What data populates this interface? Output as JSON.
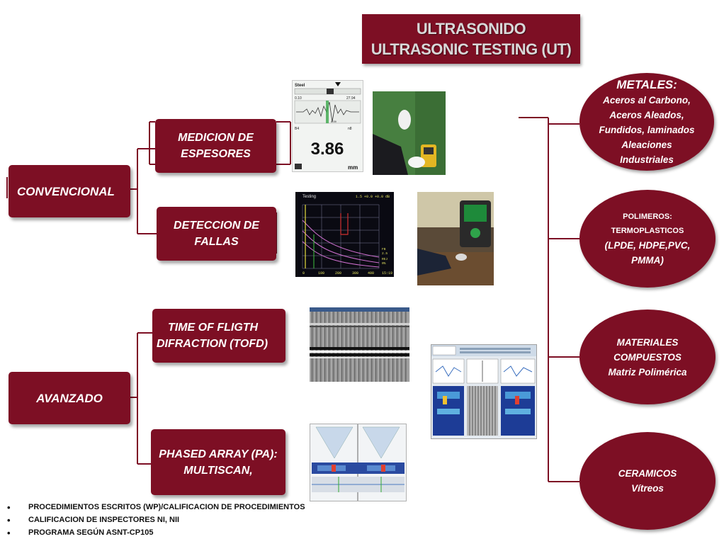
{
  "title": {
    "line1": "ULTRASONIDO",
    "line2": "ULTRASONIC TESTING (UT)"
  },
  "categories": {
    "convencional": "CONVENCIONAL",
    "avanzado": "AVANZADO"
  },
  "methods": {
    "espesores": {
      "line1": "MEDICION DE",
      "line2": "ESPESORES"
    },
    "fallas": {
      "line1": "DETECCION DE",
      "line2": "FALLAS"
    },
    "tofd": {
      "line1": "TIME OF FLIGTH",
      "line2": "DIFRACTION (TOFD)"
    },
    "pa": {
      "line1": "PHASED ARRAY (PA):",
      "line2": "MULTISCAN,"
    }
  },
  "materials": {
    "metales": {
      "heading": "METALES:",
      "lines": [
        "Aceros al Carbono,",
        "Aceros Aleados,",
        "Fundidos, laminados",
        "Aleaciones",
        "Industriales"
      ]
    },
    "polimeros": {
      "line1": "POLIMEROS:",
      "line2": "TERMOPLASTICOS",
      "line3": "(LPDE, HDPE,PVC,",
      "line4": "PMMA)"
    },
    "compuestos": {
      "line1": "MATERIALES",
      "line2": "COMPUESTOS",
      "line3": "Matriz Polimérica"
    },
    "ceramicos": {
      "line1": "CERAMICOS",
      "line2": "Vítreos"
    }
  },
  "gauge": {
    "material": "Steel",
    "reading": "3.86",
    "unit": "mm",
    "val_left": "0.10",
    "val_right": "27.94",
    "val_mid": "4.09",
    "b_left": "B4",
    "b_right": "n8"
  },
  "flaw_detector": {
    "label": "Testing",
    "header": "1.5 +0.0 +0.0 dB",
    "ticks": [
      "0",
      "100",
      "200",
      "300",
      "400"
    ],
    "status": "15:19",
    "side": [
      "FB",
      "2.5",
      "REJ",
      "0%"
    ]
  },
  "bullets": [
    "PROCEDIMIENTOS ESCRITOS (WP)/CALIFICACION DE PROCEDIMIENTOS",
    "CALIFICACION DE INSPECTORES NI, NII",
    "PROGRAMA SEGÚN ASNT-CP105"
  ],
  "colors": {
    "primary": "#7d0f24",
    "title_text": "#d8d8d8",
    "line": "#7d0f24"
  }
}
